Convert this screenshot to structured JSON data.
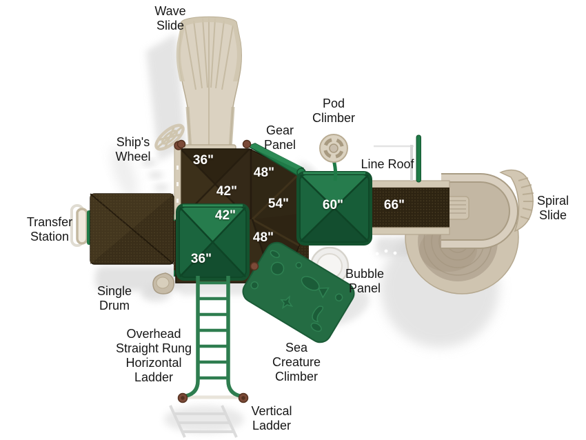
{
  "figure": {
    "title": "Playground structure top view diagram",
    "view": "top-down"
  },
  "palette": {
    "background": "#ffffff",
    "deck_brown": "#372c18",
    "deck_dot": "#6b5c38",
    "roof_green": "#1d6b41",
    "ladder_green": "#2e7d4f",
    "tan_plastic": "#d9d0bf",
    "taupe_slide": "#b7aa97",
    "anchor_brown": "#7b4a38",
    "label_text": "#161616",
    "deck_label_text": "#ffffff",
    "shadow_gray": "#cccccc"
  },
  "labels": [
    {
      "id": "wave-slide",
      "text": "Wave\nSlide"
    },
    {
      "id": "ships-wheel",
      "text": "Ship's\nWheel"
    },
    {
      "id": "gear-panel",
      "text": "Gear\nPanel"
    },
    {
      "id": "pod-climber",
      "text": "Pod\nClimber"
    },
    {
      "id": "line-roof",
      "text": "Line Roof"
    },
    {
      "id": "spiral-slide",
      "text": "Spiral\nSlide"
    },
    {
      "id": "transfer-station",
      "text": "Transfer\nStation"
    },
    {
      "id": "single-drum",
      "text": "Single\nDrum"
    },
    {
      "id": "overhead-ladder",
      "text": "Overhead\nStraight Rung\nHorizontal\nLadder"
    },
    {
      "id": "vertical-ladder",
      "text": "Vertical\nLadder"
    },
    {
      "id": "sea-creature-climber",
      "text": "Sea\nCreature\nClimber"
    },
    {
      "id": "bubble-panel",
      "text": "Bubble\nPanel"
    }
  ],
  "deck_heights": [
    {
      "value": "36\"",
      "deck": "upper-left deck"
    },
    {
      "value": "48\"",
      "deck": "upper-middle deck"
    },
    {
      "value": "42\"",
      "deck": "upper-left deck lower step"
    },
    {
      "value": "54\"",
      "deck": "center deck"
    },
    {
      "value": "60\"",
      "deck": "roofed deck right"
    },
    {
      "value": "66\"",
      "deck": "bridge to spiral slide"
    },
    {
      "value": "42\"",
      "deck": "roofed deck left upper step"
    },
    {
      "value": "48\"",
      "deck": "lower-middle deck"
    },
    {
      "value": "36\"",
      "deck": "roofed deck left lower step"
    }
  ]
}
